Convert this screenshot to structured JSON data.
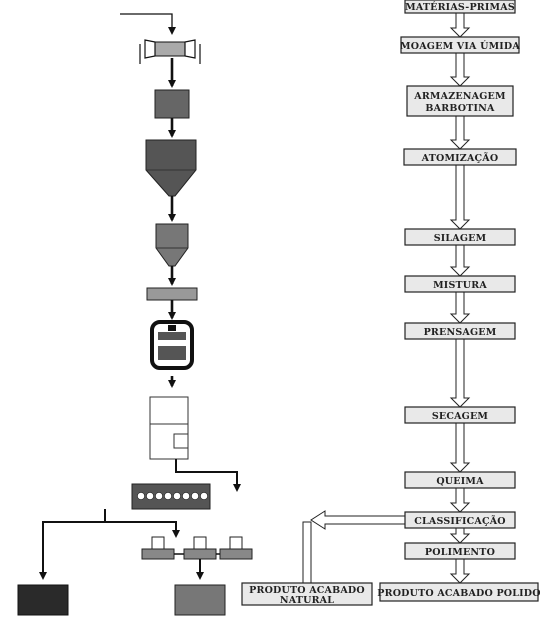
{
  "flow_steps": [
    {
      "id": "materias",
      "label": "MATÉRIAS-PRIMAS"
    },
    {
      "id": "moagem",
      "label": "MOAGEM VIA ÚMIDA"
    },
    {
      "id": "armazenagem",
      "label_lines": [
        "ARMAZENAGEM",
        "BARBOTINA"
      ]
    },
    {
      "id": "atomizacao",
      "label": "ATOMIZAÇÃO"
    },
    {
      "id": "silagem",
      "label": "SILAGEM"
    },
    {
      "id": "mistura",
      "label": "MISTURA"
    },
    {
      "id": "prensagem",
      "label": "PRENSAGEM"
    },
    {
      "id": "secagem",
      "label": "SECAGEM"
    },
    {
      "id": "queima",
      "label": "QUEIMA"
    },
    {
      "id": "classificacao",
      "label": "CLASSIFICAÇÃO"
    },
    {
      "id": "polimento",
      "label": "POLIMENTO"
    }
  ],
  "outputs": {
    "natural_lines": [
      "PRODUTO ACABADO",
      "NATURAL"
    ],
    "polido": "PRODUTO ACABADO POLIDO"
  },
  "colors": {
    "box_fill": "#e9e9e9",
    "equipment_dark": "#555555",
    "equipment_mid": "#7a7a7a",
    "equipment_light": "#aaaaaa",
    "line": "#111111"
  }
}
